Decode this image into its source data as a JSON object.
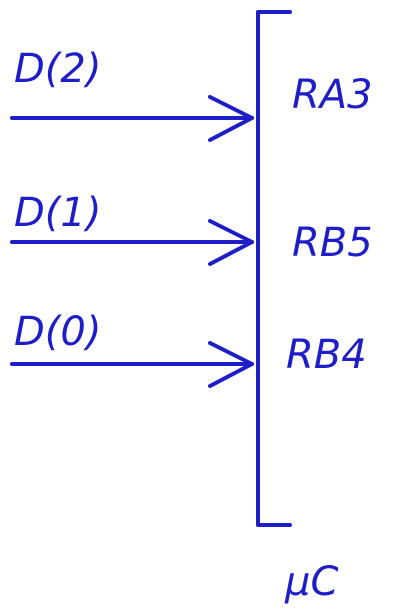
{
  "colors": {
    "ink": "#1e1ec8",
    "background": "#ffffff"
  },
  "inputs": [
    {
      "signal_label": "D(2)",
      "pin_label": "RA3"
    },
    {
      "signal_label": "D(1)",
      "pin_label": "RB5"
    },
    {
      "signal_label": "D(0)",
      "pin_label": "RB4"
    }
  ],
  "chip": {
    "label": "μC"
  }
}
